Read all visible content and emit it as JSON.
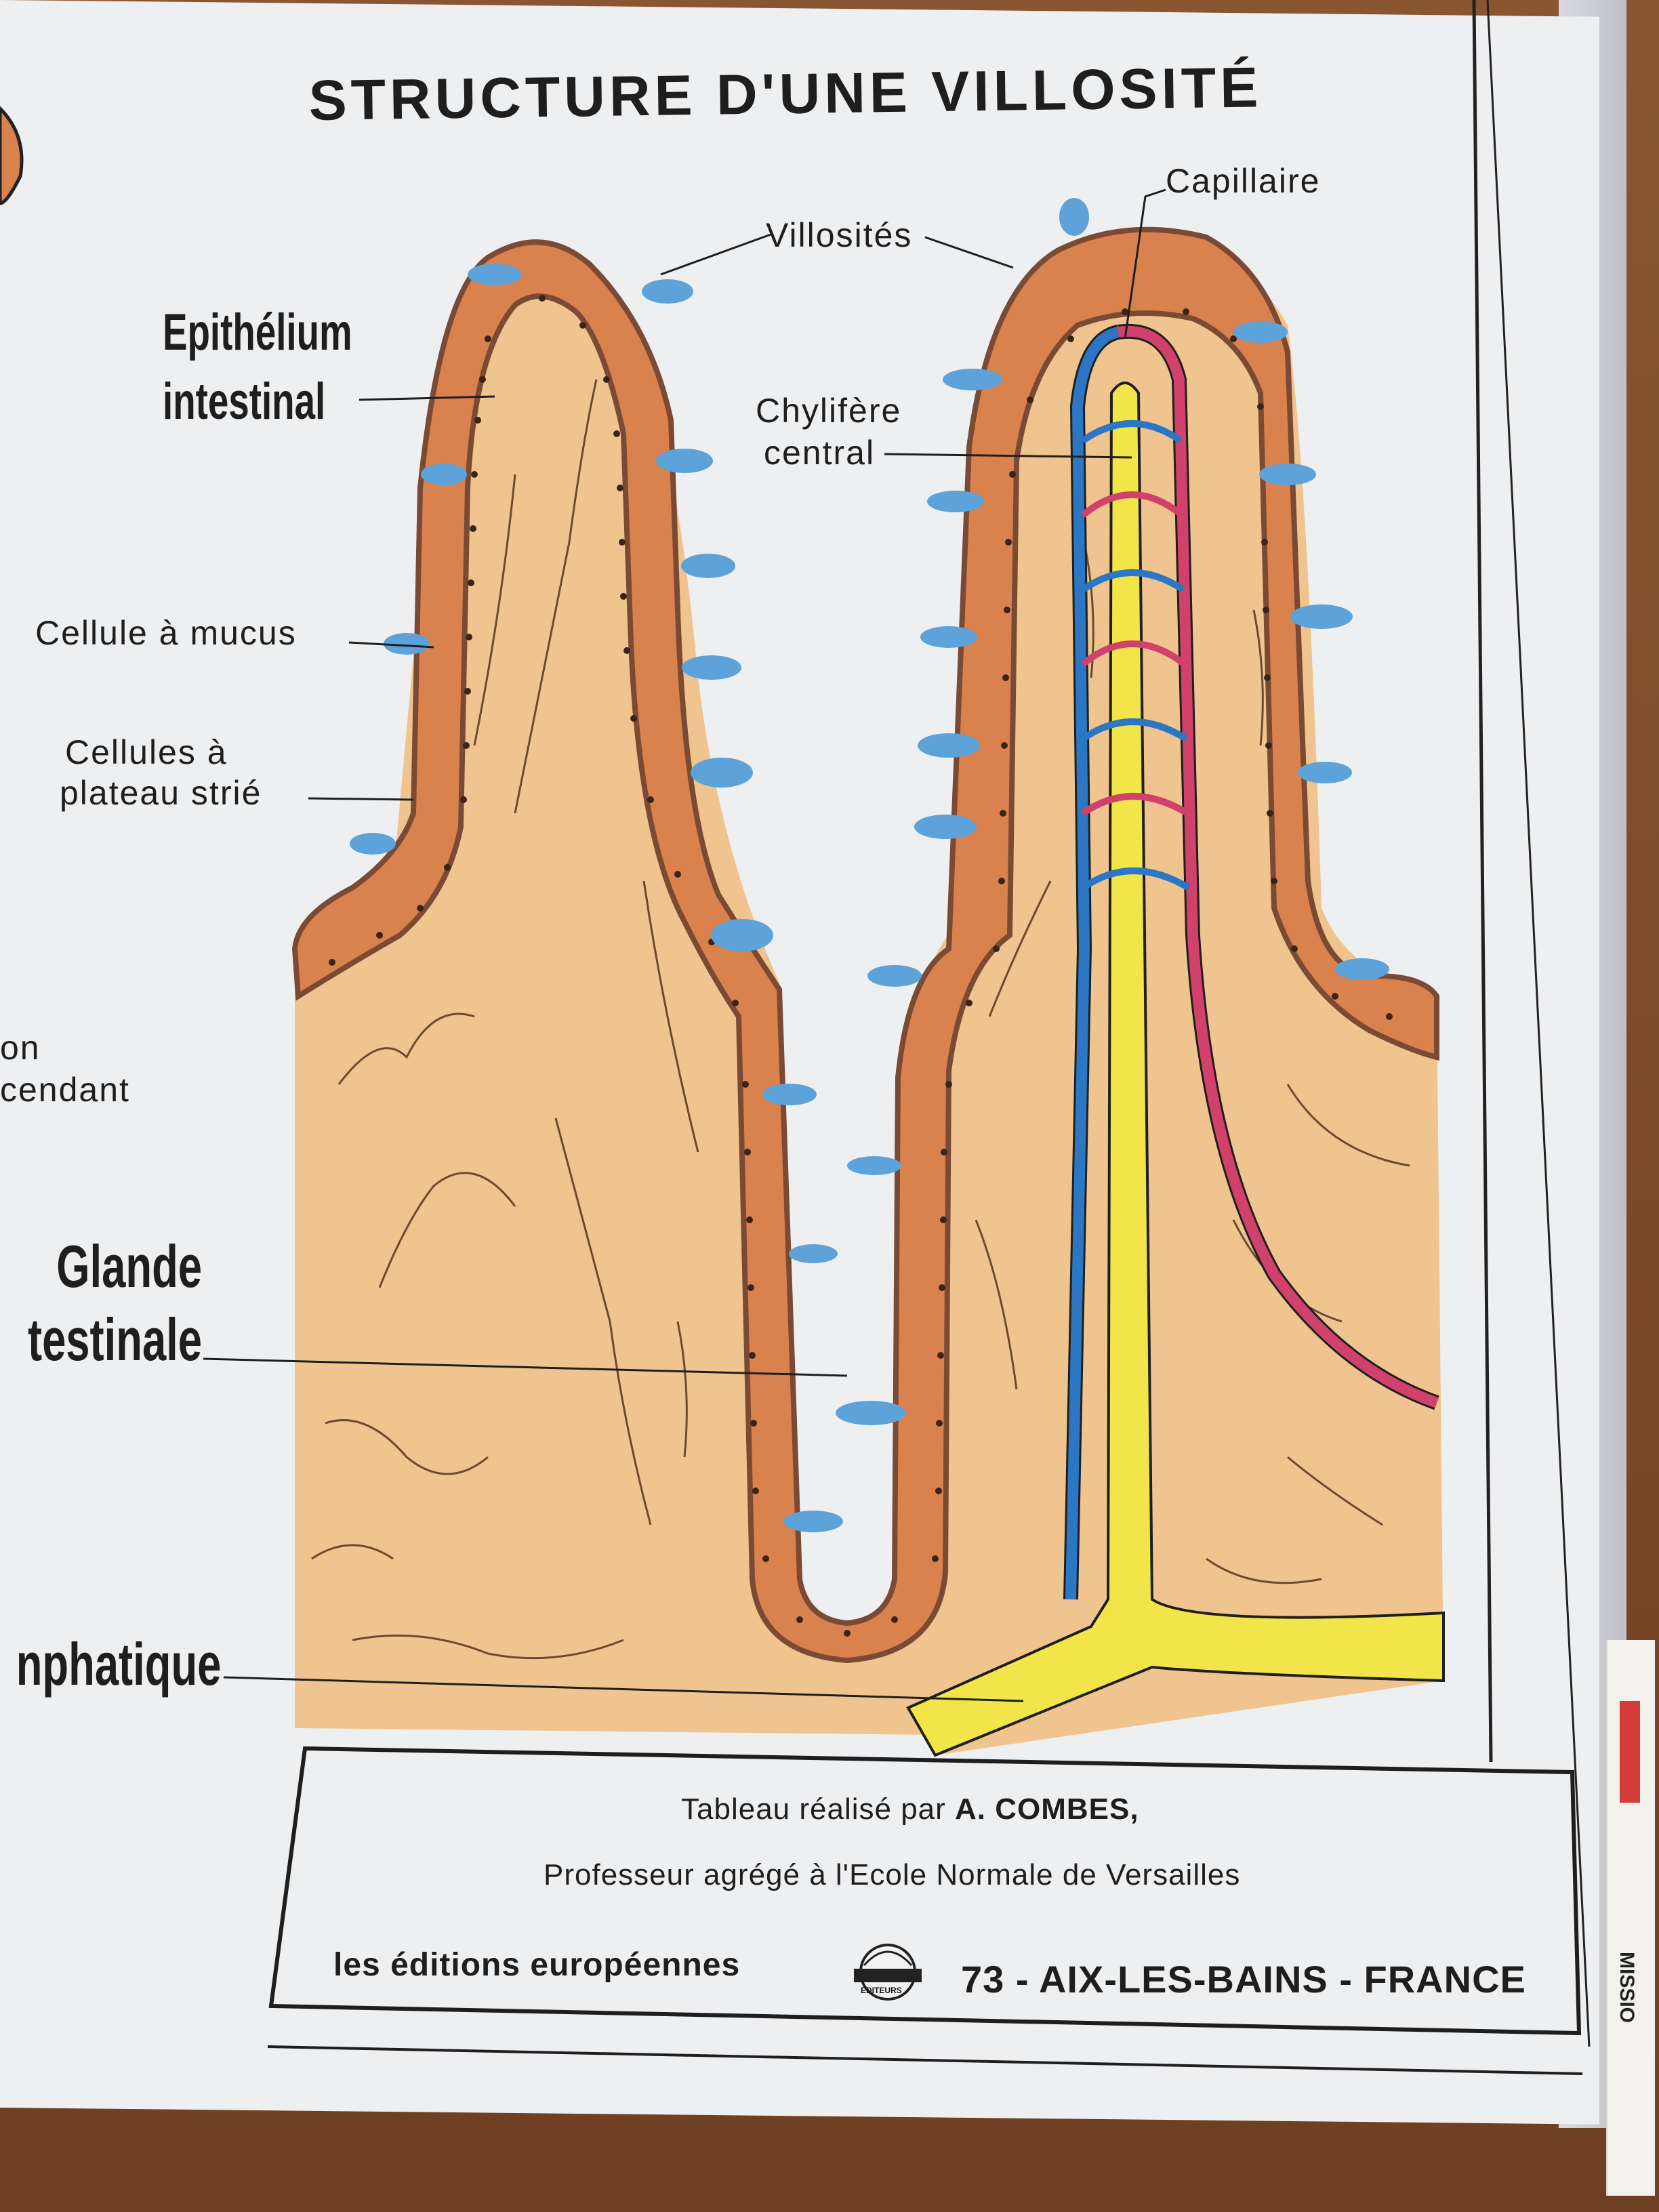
{
  "title": "STRUCTURE D'UNE VILLOSITÉ",
  "labels": {
    "capillaire": "Capillaire",
    "villosites": "Villosités",
    "epithelium_line1": "Epithélium",
    "epithelium_line2": "intestinal",
    "chylifere_line1": "Chylifère",
    "chylifere_line2": "central",
    "cellule_mucus": "Cellule à mucus",
    "cellules_plateau_line1": "Cellules à",
    "cellules_plateau_line2": "plateau strié",
    "partial_on": "on",
    "partial_cendant": "cendant",
    "glande_line1": "Glande",
    "glande_line2": "testinale",
    "partial_lymphatique": "nphatique"
  },
  "footer": {
    "credit_prefix": "Tableau réalisé par",
    "credit_author": "A. COMBES,",
    "credit_role": "Professeur agrégé à l'Ecole Normale de Versailles",
    "publisher": "les éditions européennes",
    "logo_text": "EDITEURS",
    "address": "73 - AIX-LES-BAINS - FRANCE"
  },
  "side_tag": "MISSIO",
  "colors": {
    "poster": "#eeeff1",
    "tissue": "#f0c48e",
    "epithelium": "#d9824e",
    "epithelium_border": "#7a4a35",
    "mucus_cell": "#5da2d9",
    "vein": "#2b77c4",
    "artery": "#d0416b",
    "lacteal": "#f2e54a",
    "table": "#7a4a2a"
  }
}
